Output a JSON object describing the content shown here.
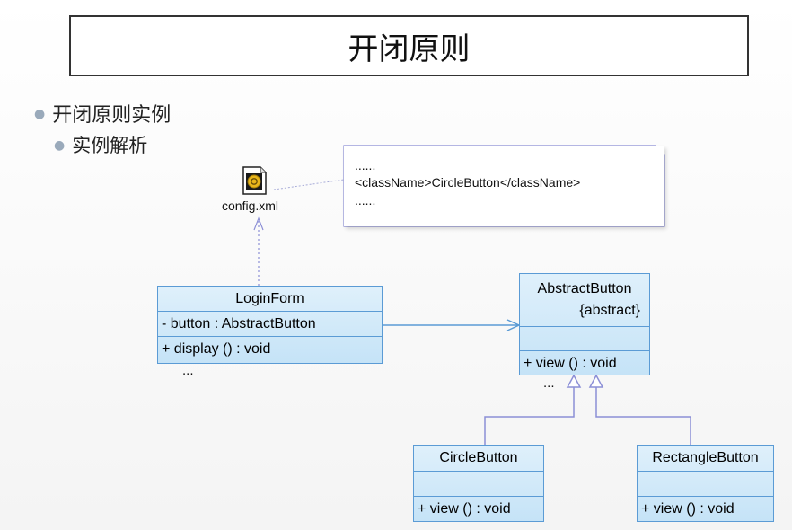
{
  "title": "开闭原则",
  "bullets": {
    "level1": "开闭原则实例",
    "level2": "实例解析"
  },
  "note": {
    "line1": "......",
    "line2": "<className>CircleButton</className>",
    "line3": "......"
  },
  "file": {
    "label": "config.xml",
    "icon": "xml-file-icon"
  },
  "classes": {
    "login_form": {
      "name": "LoginForm",
      "attribute": "- button : AbstractButton",
      "operation": "+ display () : void",
      "ellipsis": "..."
    },
    "abstract_button": {
      "name": "AbstractButton",
      "stereotype": "{abstract}",
      "operation": "+ view () : void",
      "ellipsis": "..."
    },
    "circle_button": {
      "name": "CircleButton",
      "operation": "+ view () : void"
    },
    "rectangle_button": {
      "name": "RectangleButton",
      "operation": "+ view () : void"
    }
  },
  "colors": {
    "class_border": "#5b9bd5",
    "class_fill": "#c5e3f7",
    "relation_line": "#8c8fd6"
  }
}
